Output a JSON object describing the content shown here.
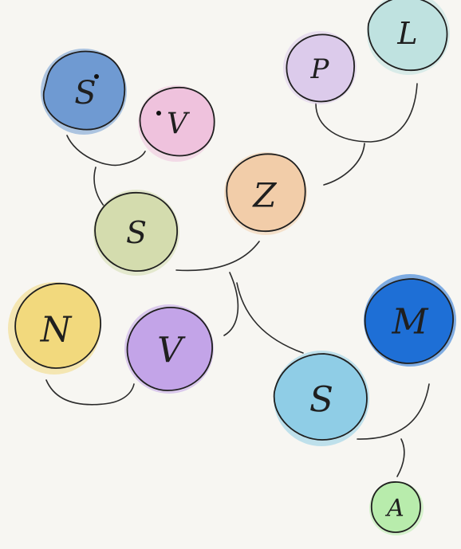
{
  "diagram": {
    "nodes": [
      {
        "id": "n1",
        "letter": "S",
        "color": "#6f9ad2"
      },
      {
        "id": "n2",
        "letter": "V",
        "color": "#efc2dd"
      },
      {
        "id": "n3",
        "letter": "P",
        "color": "#dccbeb"
      },
      {
        "id": "n4",
        "letter": "L",
        "color": "#bfe2e0"
      },
      {
        "id": "n5",
        "letter": "Z",
        "color": "#f2cda9"
      },
      {
        "id": "n6",
        "letter": "S",
        "color": "#d4dcae"
      },
      {
        "id": "n7",
        "letter": "N",
        "color": "#f2d97d"
      },
      {
        "id": "n8",
        "letter": "V",
        "color": "#c3a4e8"
      },
      {
        "id": "n9",
        "letter": "M",
        "color": "#1e6fd6"
      },
      {
        "id": "n10",
        "letter": "S",
        "color": "#8fcde6"
      },
      {
        "id": "n11",
        "letter": "A",
        "color": "#b8ecac"
      }
    ],
    "background_color": "#f7f6f2",
    "edge_color": "#2b2b2b"
  }
}
